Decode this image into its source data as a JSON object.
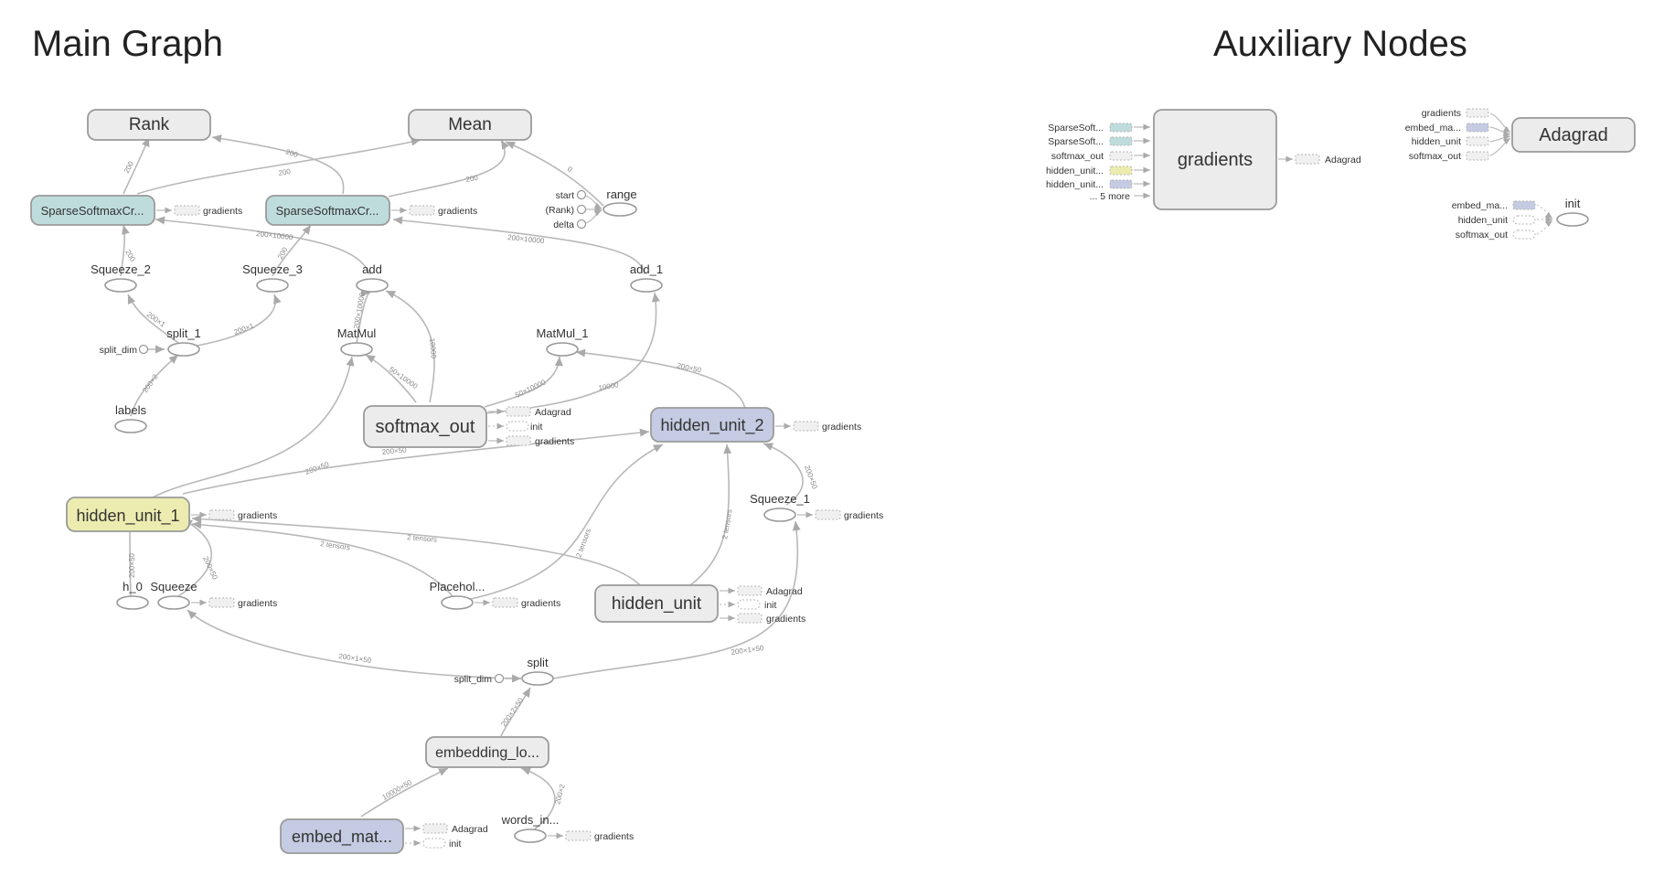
{
  "titles": {
    "main": "Main Graph",
    "aux": "Auxiliary Nodes"
  },
  "colors": {
    "gray": "#ececec",
    "teal": "#bfdcdc",
    "yellow": "#ececb0",
    "blue": "#c4cbe2",
    "edge": "#b8b8b8"
  },
  "nodes": {
    "rank": "Rank",
    "mean": "Mean",
    "sparse1": "SparseSoftmaxCr...",
    "sparse2": "SparseSoftmaxCr...",
    "squeeze2": "Squeeze_2",
    "squeeze3": "Squeeze_3",
    "add": "add",
    "add1": "add_1",
    "split1": "split_1",
    "split_dim1": "split_dim",
    "labels": "labels",
    "matmul": "MatMul",
    "matmul1": "MatMul_1",
    "softmax_out": "softmax_out",
    "hidden_unit_2": "hidden_unit_2",
    "hidden_unit_1": "hidden_unit_1",
    "squeeze1": "Squeeze_1",
    "h0": "h_0",
    "squeeze": "Squeeze",
    "placeholder": "Placehol...",
    "hidden_unit": "hidden_unit",
    "split": "split",
    "split_dim2": "split_dim",
    "embedding_lookup": "embedding_lo...",
    "embed_mat": "embed_mat...",
    "words_in": "words_in...",
    "range": "range",
    "start": "start",
    "rank_in": "(Rank)",
    "delta": "delta"
  },
  "stubs": {
    "gradients": "gradients",
    "adagrad": "Adagrad",
    "init": "init"
  },
  "edge_labels": {
    "rank_s1": "200",
    "mean_s1": "200",
    "rank_s2": "200",
    "mean_s2": "200",
    "mean_range": "0",
    "sq2_s1": "200",
    "sq3_s2": "200",
    "add_s1": "200×10000",
    "add1_s2": "200×10000",
    "split1_sq2": "200×1",
    "split1_sq3": "200×1",
    "labels_split1": "200×2",
    "mm_add": "200×10000",
    "so_add": "10000",
    "so_mm": "50×10000",
    "so_mm1": "50×10000",
    "so_add1": "10000",
    "hu2_mm1": "200×50",
    "hu1_mm": "200×50",
    "hu1_hu2": "200×50",
    "sq1_hu2": "200×50",
    "sq_hu1": "200×50",
    "h0_hu1": "200×50",
    "ph_hu1": "2 tensors",
    "hu_hu1": "2 tensors",
    "ph_hu2": "2 tensors",
    "hu_hu2": "2 tensors",
    "split_sq": "200×1×50",
    "split_sq1": "200×1×50",
    "el_split": "200×2×50",
    "em_el": "10000×50",
    "wi_el": "200×2"
  },
  "aux": {
    "gradients_node": "gradients",
    "gradients_inputs": [
      "SparseSoft...",
      "SparseSoft...",
      "softmax_out",
      "hidden_unit...",
      "hidden_unit..."
    ],
    "gradients_more": "... 5 more",
    "gradients_out": "Adagrad",
    "adagrad_node": "Adagrad",
    "adagrad_inputs": [
      "gradients",
      "embed_ma...",
      "hidden_unit",
      "softmax_out"
    ],
    "init_node": "init",
    "init_inputs": [
      "embed_ma...",
      "hidden_unit",
      "softmax_out"
    ]
  }
}
